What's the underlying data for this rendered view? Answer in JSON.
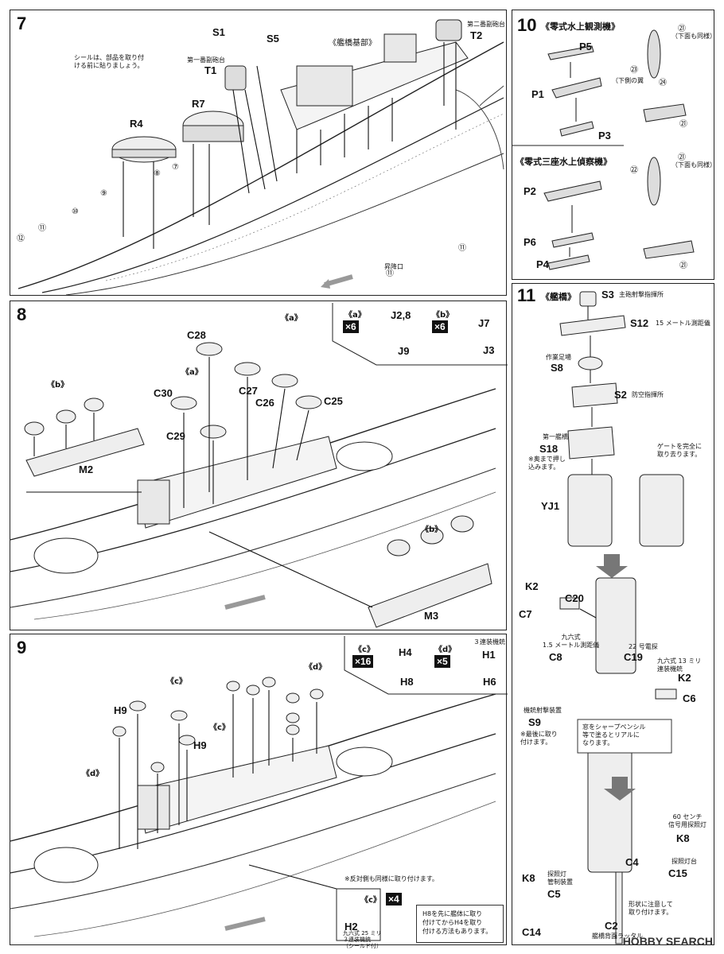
{
  "step7": {
    "number": "7",
    "note": "シールは、部品を取り付\nける前に貼りましょう。",
    "bridge_base": "《艦橋基部》",
    "aux_sight1": "第一番副砲台",
    "aux_sight2": "第二番副砲台",
    "hatch": "昇降口",
    "parts": [
      "S1",
      "S5",
      "T1",
      "T2",
      "R4",
      "R7"
    ],
    "circles": [
      "⑦",
      "⑧",
      "⑨",
      "⑩",
      "⑪",
      "⑫",
      "⑪",
      "⑪"
    ]
  },
  "step8": {
    "number": "8",
    "group_a": "《a》",
    "group_b": "《b》",
    "qty_a": "×6",
    "qty_b": "×6",
    "parts": [
      "C28",
      "C30",
      "C27",
      "C26",
      "C25",
      "C29",
      "M2",
      "M3",
      "J2,8",
      "J9",
      "J7",
      "J3"
    ]
  },
  "step9": {
    "number": "9",
    "group_c": "《c》",
    "group_d": "《d》",
    "qty_c": "×16",
    "qty_d": "×5",
    "qty_c2": "×4",
    "triple": "３連装機銃",
    "parts": [
      "H9",
      "H9",
      "H4",
      "H8",
      "H1",
      "H6",
      "H2"
    ],
    "opposite_note": "※反対側も同様に取り付けます。",
    "h2_note": "九六式 25 ミリ\n３連装機銃\n（シールド付）",
    "h8_note": "H8を先に艦体に取り\n付けてからH4を取り\n付ける方法もあります。"
  },
  "step10": {
    "number": "10",
    "title1": "《零式水上観測機》",
    "title2": "《零式三座水上偵察機》",
    "below_same1": "（下面も同様）",
    "below_same2": "（下面も同様）",
    "lower_wing": "（下側の翼",
    "parts": [
      "P5",
      "P1",
      "P3",
      "P2",
      "P6",
      "P4"
    ],
    "circles": [
      "㉑",
      "㉓",
      "㉔",
      "㉑",
      "㉑",
      "㉒",
      "㉑"
    ]
  },
  "step11": {
    "number": "11",
    "title": "《艦橋》",
    "s3_note": "主砲射撃指揮所",
    "s12_note": "15 メートル測距儀",
    "s8_note": "作業足場",
    "s2_note": "防空指揮所",
    "s18_note": "第一艦橋",
    "s18_sub": "※奥まで押し\n込みます。",
    "gate_note": "ゲートを完全に\n取り去ります。",
    "c8_note": "九六式\n1.5 メートル測距儀",
    "c19_note": "22 号電探",
    "k2_note": "九六式 13 ミリ\n連装機銃",
    "s9_note": "機銃射撃装置",
    "s9_sub": "※最後に取り\n付けます。",
    "window_note": "窓をシャープペンシル\n等で塗るとリアルに\nなります。",
    "k8_note": "60 センチ\n信号用探照灯",
    "c15_note": "探照灯台",
    "c5_note": "探照灯\n管制装置",
    "c2_note": "艦橋背面ラッタル",
    "shape_note": "形状に注意して\n取り付けます。",
    "parts": [
      "S3",
      "S12",
      "S8",
      "S2",
      "S18",
      "YJ1",
      "K2",
      "C20",
      "C7",
      "C8",
      "C19",
      "K2",
      "C6",
      "S9",
      "K8",
      "C4",
      "C15",
      "K8",
      "C5",
      "C14",
      "C2"
    ]
  },
  "watermark": "HOBBY SEARCH"
}
